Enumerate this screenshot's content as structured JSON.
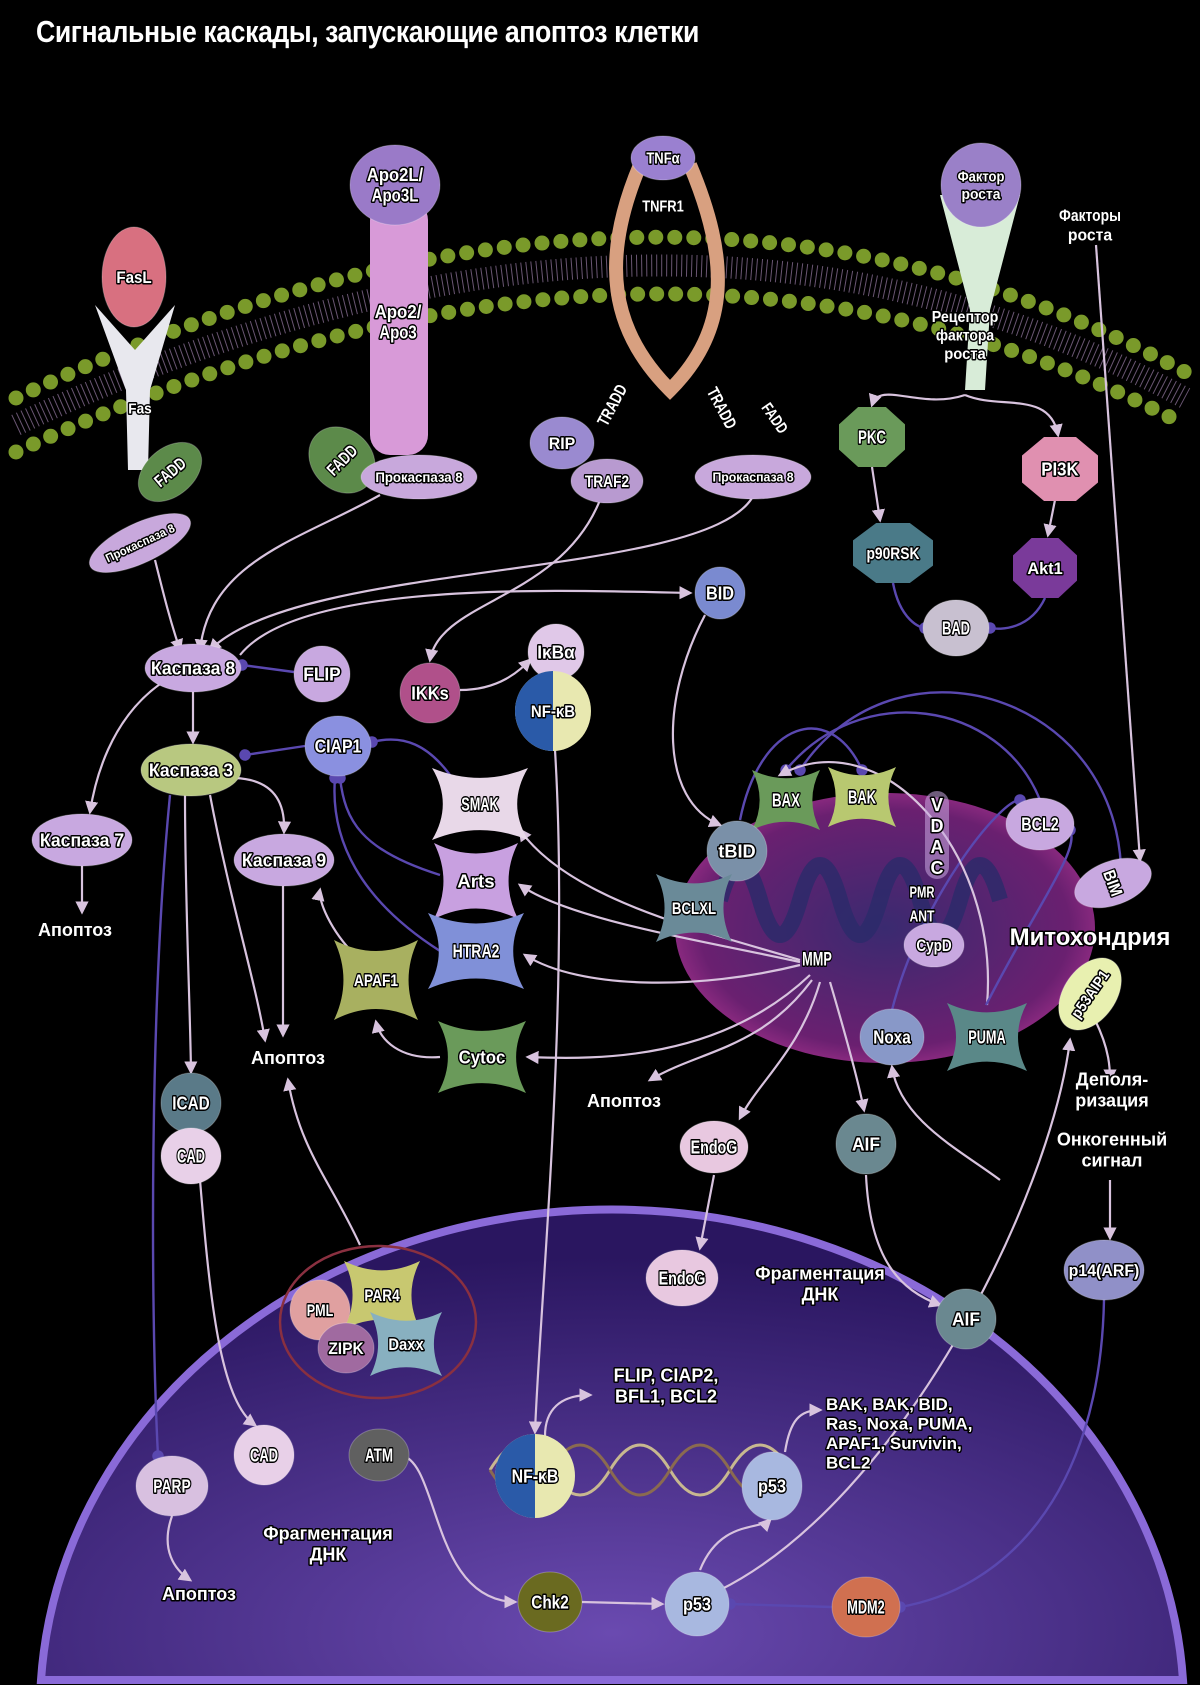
{
  "title": "Сигнальные каскады, запускающие апоптоз клетки",
  "colors": {
    "background": "#000000",
    "membrane": "#6f8f2a",
    "nucleus": "#4a2c8c",
    "mitochondrion": "#8a2a7a",
    "edge_light": "#d8c3de",
    "edge_dark": "#5a48b0"
  },
  "nodes": {
    "fasl": {
      "label": "FasL",
      "color": "#d87080"
    },
    "fas": {
      "label": "Fas",
      "color": "#e8e8ee"
    },
    "fadd1": {
      "label": "FADD",
      "color": "#5c8a4a"
    },
    "procasp8_1": {
      "label": "Прокаспаза 8",
      "color": "#c8a8dc"
    },
    "apo2l": {
      "label": "Apo2L/ Apo3L",
      "color": "#9a7ac8"
    },
    "apo2": {
      "label": "Apo2/ Apo3",
      "color": "#d89ad8"
    },
    "fadd2": {
      "label": "FADD",
      "color": "#5c8a4a"
    },
    "procasp8_2": {
      "label": "Прокаспаза 8",
      "color": "#c8a8dc"
    },
    "tnfa": {
      "label": "TNFα",
      "color": "#9a80d0"
    },
    "tnfr1": {
      "label": "TNFR1",
      "color": "#d89070"
    },
    "rip": {
      "label": "RIP",
      "color": "#9a8ad0"
    },
    "tradd1": {
      "label": "TRADD",
      "color": "#8a8ad0"
    },
    "traf2": {
      "label": "TRAF2",
      "color": "#b89ad0"
    },
    "tradd2": {
      "label": "TRADD",
      "color": "#8a8ad0"
    },
    "fadd3": {
      "label": "FADD",
      "color": "#c8c8d0"
    },
    "procasp8_3": {
      "label": "Прокаспаза 8",
      "color": "#c8a8dc"
    },
    "gf": {
      "label": "Фактор роста",
      "color": "#9a80c8"
    },
    "gfs": {
      "label": "Факторы роста",
      "color": ""
    },
    "gfr": {
      "label": "Рецептор фактора роста",
      "color": "#6a8a4a"
    },
    "pkc": {
      "label": "PKC",
      "color": "#6a9a5a"
    },
    "pi3k": {
      "label": "PI3K",
      "color": "#e090b0"
    },
    "p90rsk": {
      "label": "p90RSK",
      "color": "#4a7a88"
    },
    "akt1": {
      "label": "Akt1",
      "color": "#7a3a9a"
    },
    "bid": {
      "label": "BID",
      "color": "#7a8ad0"
    },
    "bad": {
      "label": "BAD",
      "color": "#c8c0d0"
    },
    "casp8": {
      "label": "Каспаза 8",
      "color": "#c8a8e0"
    },
    "flip": {
      "label": "FLIP",
      "color": "#c8a8e0"
    },
    "ikks": {
      "label": "IKKs",
      "color": "#b0508a"
    },
    "ikba": {
      "label": "IκBα",
      "color": "#e0c8e8"
    },
    "nfkb": {
      "label": "NF-κB",
      "color": "#2a5aa8"
    },
    "ciap1": {
      "label": "CIAP1",
      "color": "#8a90e0"
    },
    "casp3": {
      "label": "Каспаза 3",
      "color": "#b8c880"
    },
    "smak": {
      "label": "SMAK",
      "color": "#e8d8e8"
    },
    "casp7": {
      "label": "Каспаза 7",
      "color": "#c8a8e0"
    },
    "casp9": {
      "label": "Каспаза 9",
      "color": "#c8a8e0"
    },
    "arts": {
      "label": "Arts",
      "color": "#c8a0e0"
    },
    "htra2": {
      "label": "HTRA2",
      "color": "#8090d8"
    },
    "apaf1": {
      "label": "APAF1",
      "color": "#a8b060"
    },
    "cytoc": {
      "label": "Cytoc",
      "color": "#6a9a5a"
    },
    "icad": {
      "label": "ICAD",
      "color": "#5a7a88"
    },
    "cad": {
      "label": "CAD",
      "color": "#e8d0e8"
    },
    "bax": {
      "label": "BAX",
      "color": "#6a9a5a"
    },
    "bak": {
      "label": "BAK",
      "color": "#b8c870"
    },
    "vdac": {
      "label": "VDAC",
      "color": "#c8a8e0"
    },
    "bcl2": {
      "label": "BCL2",
      "color": "#c8a8e0"
    },
    "tbid": {
      "label": "tBID",
      "color": "#7a90a8"
    },
    "bim": {
      "label": "BIM",
      "color": "#c8a8e0"
    },
    "bclxl": {
      "label": "BCLXL",
      "color": "#6a8a98"
    },
    "pmr": {
      "label": "PMR",
      "color": ""
    },
    "ant": {
      "label": "ANT",
      "color": "#6a9a4a"
    },
    "cypd": {
      "label": "CypD",
      "color": "#c8a8e0"
    },
    "mmp": {
      "label": "MMP",
      "color": ""
    },
    "p53aip1": {
      "label": "p53AIP1",
      "color": "#e8f0b0"
    },
    "noxa": {
      "label": "Noxa",
      "color": "#8898c8"
    },
    "puma": {
      "label": "PUMA",
      "color": "#5a8888"
    },
    "endog1": {
      "label": "EndoG",
      "color": "#e8c8e0"
    },
    "aif1": {
      "label": "AIF",
      "color": "#6a8890"
    },
    "endog2": {
      "label": "EndoG",
      "color": "#e8c8e0"
    },
    "aif2": {
      "label": "AIF",
      "color": "#6a8890"
    },
    "p14arf": {
      "label": "p14(ARF)",
      "color": "#9090c8"
    },
    "pml": {
      "label": "PML",
      "color": "#e0a0a0"
    },
    "par4": {
      "label": "PAR4",
      "color": "#c8c870"
    },
    "zipk": {
      "label": "ZIPK",
      "color": "#a06aa0"
    },
    "daxx": {
      "label": "Daxx",
      "color": "#88b0c0"
    },
    "parp": {
      "label": "PARP",
      "color": "#d8c0e0"
    },
    "cad2": {
      "label": "CAD",
      "color": "#e8d0e8"
    },
    "atm": {
      "label": "ATM",
      "color": "#606060"
    },
    "nfkb2": {
      "label": "NF-κB",
      "color": "#2a5aa8"
    },
    "p53a": {
      "label": "p53",
      "color": "#a8b8e0"
    },
    "chk2": {
      "label": "Chk2",
      "color": "#6a6a20"
    },
    "p53b": {
      "label": "p53",
      "color": "#a8b8e0"
    },
    "mdm2": {
      "label": "MDM2",
      "color": "#d07050"
    }
  },
  "texts": {
    "apoptosis1": "Апоптоз",
    "apoptosis2": "Апоптоз",
    "apoptosis3": "Апоптоз",
    "apoptosis4": "Апоптоз",
    "mito": "Митохондрия",
    "depol": "Деполя- ризация",
    "onco": "Онкогенный сигнал",
    "frag1": "Фрагментация ДНК",
    "frag2": "Фрагментация ДНК",
    "nfkb_targets": "FLIP, CIAP2, BFL1, BCL2",
    "p53_targets": "BAK, BAK, BID, Ras, Noxa, PUMA, APAF1, Survivin, BCL2"
  }
}
